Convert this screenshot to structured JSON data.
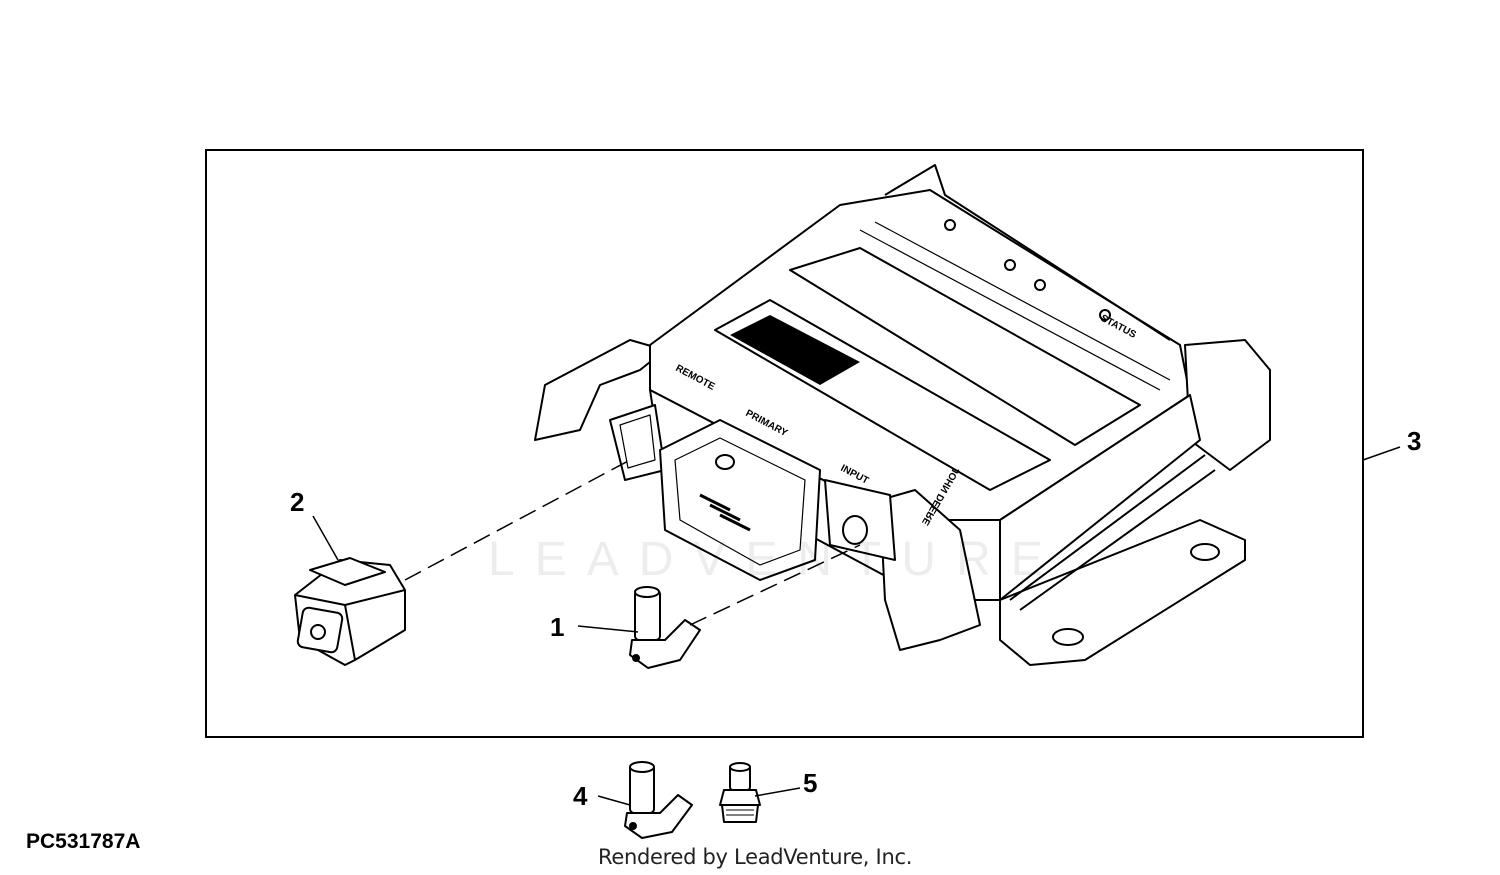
{
  "diagram": {
    "figure_id": "PC531787A",
    "credit": "Rendered by LeadVenture, Inc.",
    "watermark": "LEADVENTURE",
    "callouts": [
      "1",
      "2",
      "3",
      "4",
      "5"
    ],
    "part_markings": {
      "brand": "JOHN DEERE",
      "port_remote": "REMOTE",
      "port_primary": "PRIMARY",
      "port_input": "INPUT",
      "status": "STATUS"
    },
    "colors": {
      "line": "#000000",
      "background": "#ffffff"
    }
  }
}
